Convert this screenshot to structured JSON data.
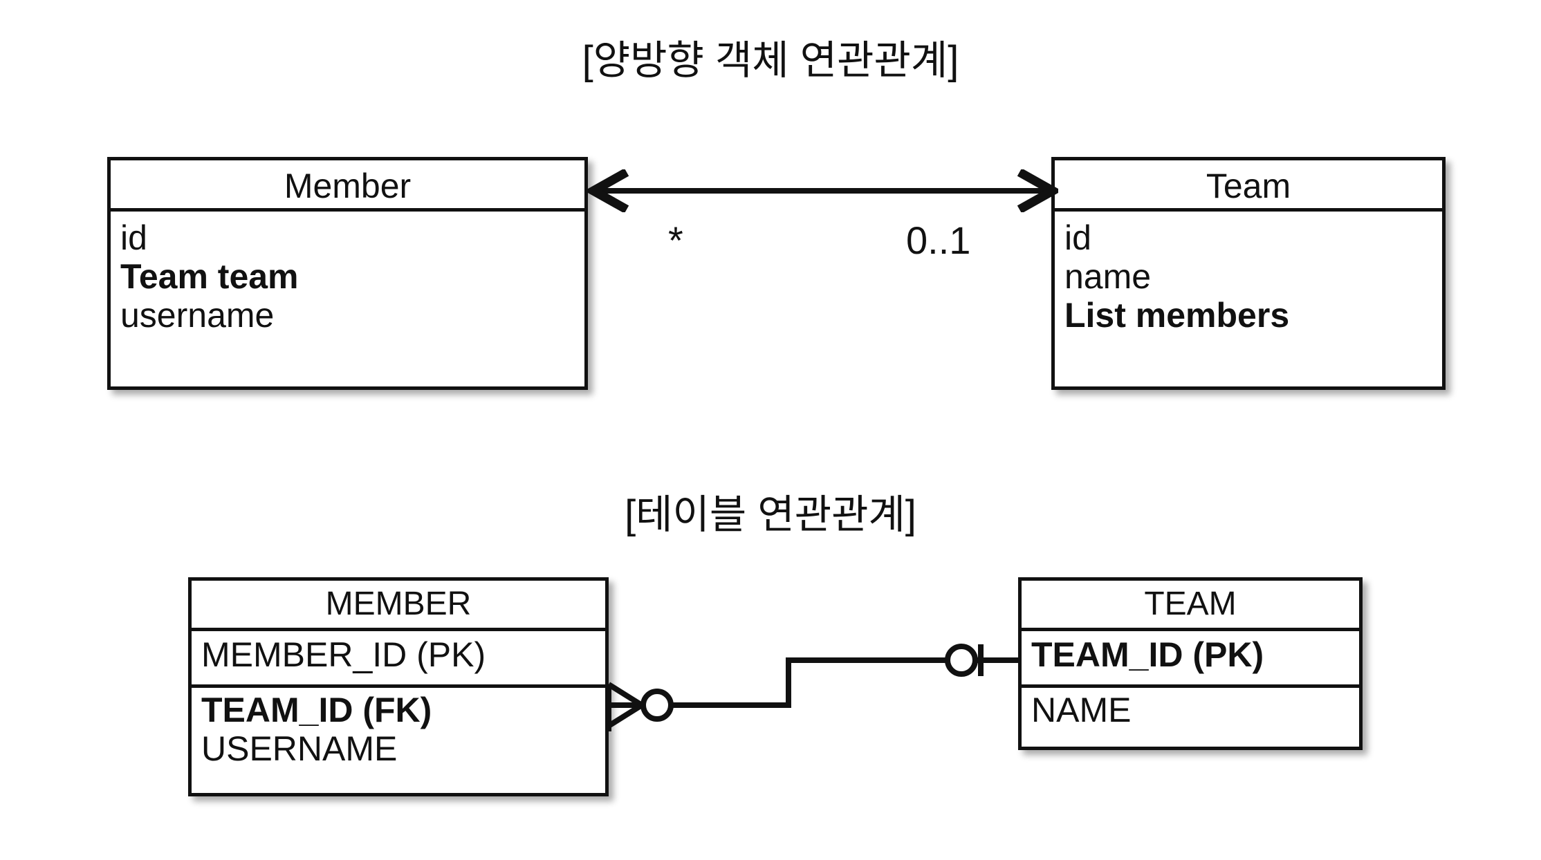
{
  "diagram": {
    "object_section": {
      "title": "[양방향 객체 연관관계]",
      "left_class": {
        "name": "Member",
        "attributes": [
          {
            "text": "id",
            "bold": false
          },
          {
            "text": "Team team",
            "bold": true
          },
          {
            "text": "username",
            "bold": false
          }
        ]
      },
      "right_class": {
        "name": "Team",
        "attributes": [
          {
            "text": "id",
            "bold": false
          },
          {
            "text": "name",
            "bold": false
          },
          {
            "text": "List members",
            "bold": true
          }
        ]
      },
      "association": {
        "kind": "bidirectional-arrow",
        "left_multiplicity": "*",
        "right_multiplicity": "0..1"
      }
    },
    "table_section": {
      "title": "[테이블 연관관계]",
      "left_table": {
        "name": "MEMBER",
        "primary_key": {
          "text": "MEMBER_ID (PK)",
          "bold": false
        },
        "columns": [
          {
            "text": "TEAM_ID (FK)",
            "bold": true
          },
          {
            "text": "USERNAME",
            "bold": false
          }
        ]
      },
      "right_table": {
        "name": "TEAM",
        "primary_key": {
          "text": "TEAM_ID (PK)",
          "bold": true
        },
        "columns": [
          {
            "text": "NAME",
            "bold": false
          }
        ]
      },
      "relationship": {
        "kind": "crows-foot",
        "left_end": "zero-or-many",
        "right_end": "zero-or-one"
      }
    },
    "colors": {
      "stroke": "#111111",
      "background": "#ffffff",
      "text": "#111111"
    }
  }
}
